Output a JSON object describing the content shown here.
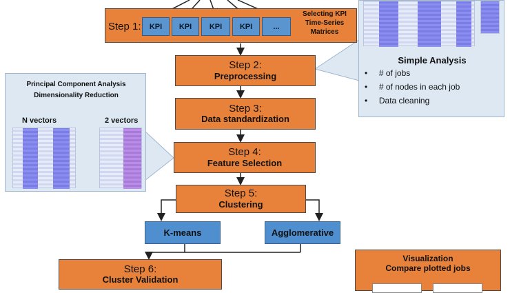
{
  "step1": {
    "label": "Step 1:",
    "kpis": [
      "KPI",
      "KPI",
      "KPI",
      "KPI",
      "..."
    ],
    "note": [
      "Selecting KPI",
      "Time-Series",
      "Matrices"
    ]
  },
  "step2": {
    "num": "Step 2:",
    "title": "Preprocessing"
  },
  "step3": {
    "num": "Step 3:",
    "title": "Data standardization"
  },
  "step4": {
    "num": "Step 4:",
    "title": "Feature Selection"
  },
  "step5": {
    "num": "Step 5:",
    "title": "Clustering"
  },
  "step6": {
    "num": "Step 6:",
    "title": "Cluster Validation"
  },
  "methods": {
    "kmeans": "K-means",
    "agglomerative": "Agglomerative"
  },
  "simple_analysis": {
    "title": "Simple Analysis",
    "items": [
      "# of jobs",
      "# of nodes in each job",
      "Data cleaning"
    ]
  },
  "pca": {
    "title_line1": "Principal Component Analysis",
    "title_line2": "Dimensionality Reduction",
    "left_label": "N vectors",
    "right_label": "2 vectors"
  },
  "visualization": {
    "title": "Visualization",
    "subtitle": "Compare plotted jobs"
  },
  "colors": {
    "orange": "#e8823a",
    "blue": "#4f8fcf",
    "callout": "#dde8f3"
  }
}
